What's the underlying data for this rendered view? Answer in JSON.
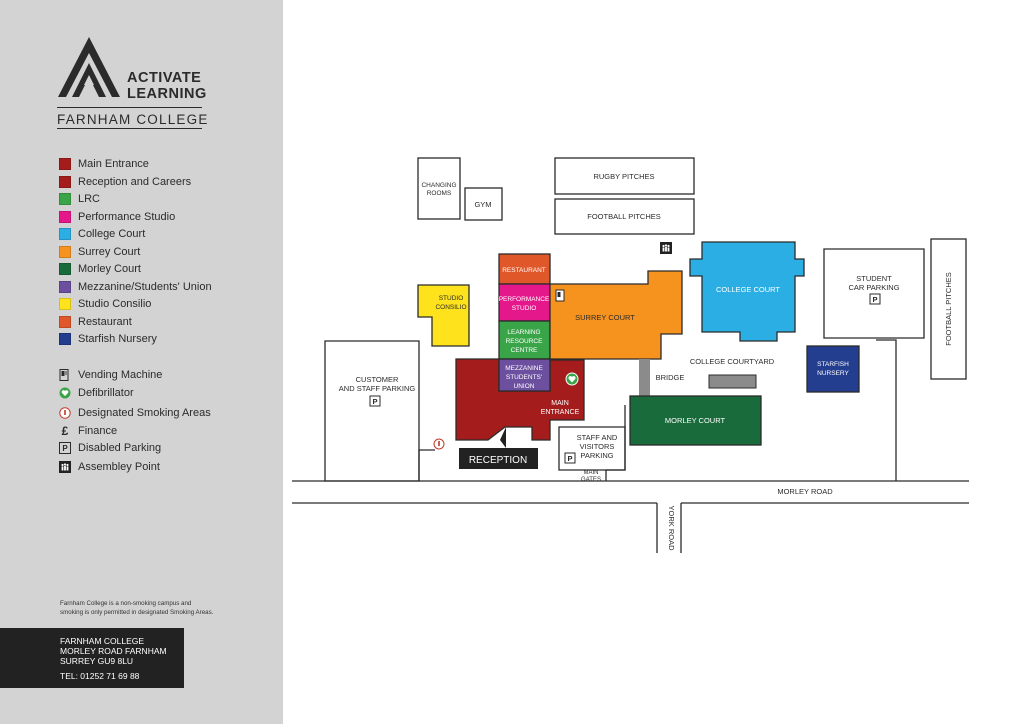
{
  "brand": {
    "line1": "ACTIVATE",
    "line2": "LEARNING",
    "college": "FARNHAM COLLEGE"
  },
  "legend": {
    "buildings": [
      {
        "label": "Main Entrance",
        "color": "#a41c1c"
      },
      {
        "label": "Reception and Careers",
        "color": "#a41c1c"
      },
      {
        "label": "LRC",
        "color": "#3aa548"
      },
      {
        "label": "Performance Studio",
        "color": "#e5188b"
      },
      {
        "label": "College Court",
        "color": "#2aaee4"
      },
      {
        "label": "Surrey Court",
        "color": "#f6931f"
      },
      {
        "label": "Morley Court",
        "color": "#1a6b3b"
      },
      {
        "label": "Mezzanine/Students' Union",
        "color": "#6c4f9f"
      },
      {
        "label": "Studio Consilio",
        "color": "#fde21c"
      },
      {
        "label": "Restaurant",
        "color": "#e0572a"
      },
      {
        "label": "Starfish Nursery",
        "color": "#233d8f"
      }
    ],
    "facilities": [
      {
        "label": "Vending Machine",
        "icon": "vending-machine-icon"
      },
      {
        "label": "Defibrillator",
        "icon": "defibrillator-icon"
      },
      {
        "label": "Designated Smoking Areas",
        "icon": "smoking-area-icon"
      },
      {
        "label": "Finance",
        "icon": "finance-icon"
      },
      {
        "label": "Disabled Parking",
        "icon": "disabled-parking-icon"
      },
      {
        "label": "Assembley Point",
        "icon": "assembly-point-icon"
      }
    ]
  },
  "note": {
    "line1": "Farnham College is a non-smoking campus and",
    "line2": "smoking is only permitted in designated Smoking Areas."
  },
  "address": {
    "line1": "FARNHAM COLLEGE",
    "line2": "MORLEY ROAD  FARNHAM",
    "line3": "SURREY  GU9 8LU",
    "tel": "TEL: 01252 71 69 88"
  },
  "map": {
    "changing_rooms": [
      "CHANGING",
      "ROOMS"
    ],
    "gym": "GYM",
    "rugby_pitches": "RUGBY PITCHES",
    "football_pitches": "FOOTBALL PITCHES",
    "football_pitches_vertical": "FOOTBALL PITCHES",
    "restaurant": "RESTAURANT",
    "performance_studio": [
      "PERFORMANCE",
      "STUDIO"
    ],
    "lrc": [
      "LEARNING",
      "RESOURCE",
      "CENTRE"
    ],
    "mezzanine": [
      "MEZZANINE",
      "STUDENTS'",
      "UNION"
    ],
    "studio_consilio": [
      "STUDIO",
      "CONSILIO"
    ],
    "surrey_court": "SURREY COURT",
    "college_court": "COLLEGE COURT",
    "student_parking": [
      "STUDENT",
      "CAR PARKING"
    ],
    "customer_parking": [
      "CUSTOMER",
      "AND STAFF PARKING"
    ],
    "main_entrance": [
      "MAIN",
      "ENTRANCE"
    ],
    "reception": "RECEPTION",
    "staff_parking": [
      "STAFF AND",
      "VISITORS",
      "PARKING"
    ],
    "main_gates": [
      "MAIN",
      "GATES"
    ],
    "college_courtyard": "COLLEGE COURTYARD",
    "bridge": "BRIDGE",
    "morley_court": "MORLEY COURT",
    "starfish_nursery": [
      "STARFISH",
      "NURSERY"
    ],
    "morley_road": "MORLEY ROAD",
    "york_road": "YORK ROAD",
    "parking_symbol": "P",
    "finance_symbol": "£"
  }
}
